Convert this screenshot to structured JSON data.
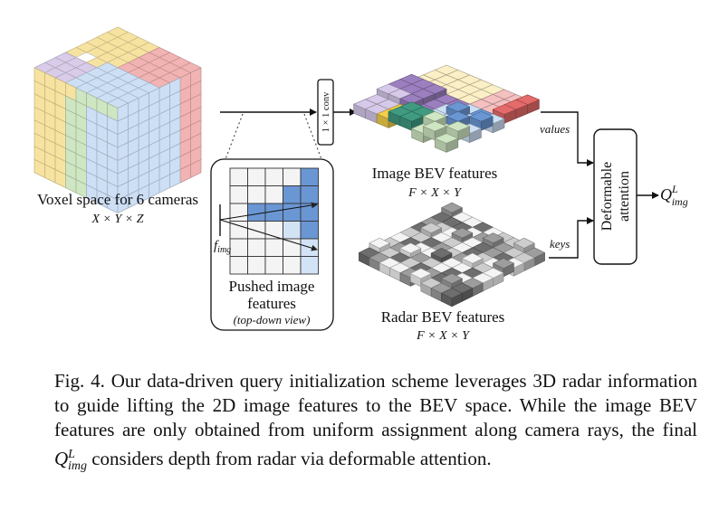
{
  "voxel": {
    "title": "Voxel space for 6 cameras",
    "dims": "X × Y × Z",
    "colors": {
      "yellow": "#f7e3a0",
      "purple": "#d9cce8",
      "red": "#f2b3b3",
      "green": "#cfe6c2",
      "blue": "#cddff5",
      "white": "#ffffff"
    }
  },
  "conv": {
    "label": "1 × 1 conv"
  },
  "pushed": {
    "title_line1": "Pushed image",
    "title_line2": "features",
    "subtitle": "(top-down view)",
    "f_label": "f",
    "f_sub": "img",
    "colors": {
      "dark": "#6a97d4",
      "light": "#d3e3f6",
      "white": "#f4f4f4"
    }
  },
  "image_bev": {
    "title": "Image BEV features",
    "dims": "F × X × Y",
    "colors": {
      "yellow": "#f3cf4a",
      "purple": "#9b7fbf",
      "red": "#e56a6a",
      "teal": "#3f9a80",
      "blue": "#6a97d4",
      "lightpurple": "#d6c9ea",
      "lightred": "#f5c0c0",
      "lightgreen": "#cfe6c2",
      "lightblue": "#cddff5",
      "cream": "#fbefc6"
    }
  },
  "radar_bev": {
    "title": "Radar BEV features",
    "dims": "F × X × Y",
    "colors": {
      "dark": "#6e6e6e",
      "mid": "#9d9d9d",
      "light": "#cdcdcd",
      "white": "#f4f4f4"
    }
  },
  "attention": {
    "line1": "Deformable",
    "line2": "attention"
  },
  "edges": {
    "values": "values",
    "keys": "keys"
  },
  "output": {
    "base": "Q",
    "sup": "L",
    "sub": "img"
  },
  "caption": {
    "part1": "Fig. 4.   Our data-driven query initialization scheme leverages 3D radar information to guide lifting the 2D image features to the BEV space. While the image BEV features are only obtained from uniform assignment along camera rays, the final ",
    "q_base": "Q",
    "q_sup": "L",
    "q_sub": "img",
    "part2": " considers depth from radar via deformable attention."
  }
}
